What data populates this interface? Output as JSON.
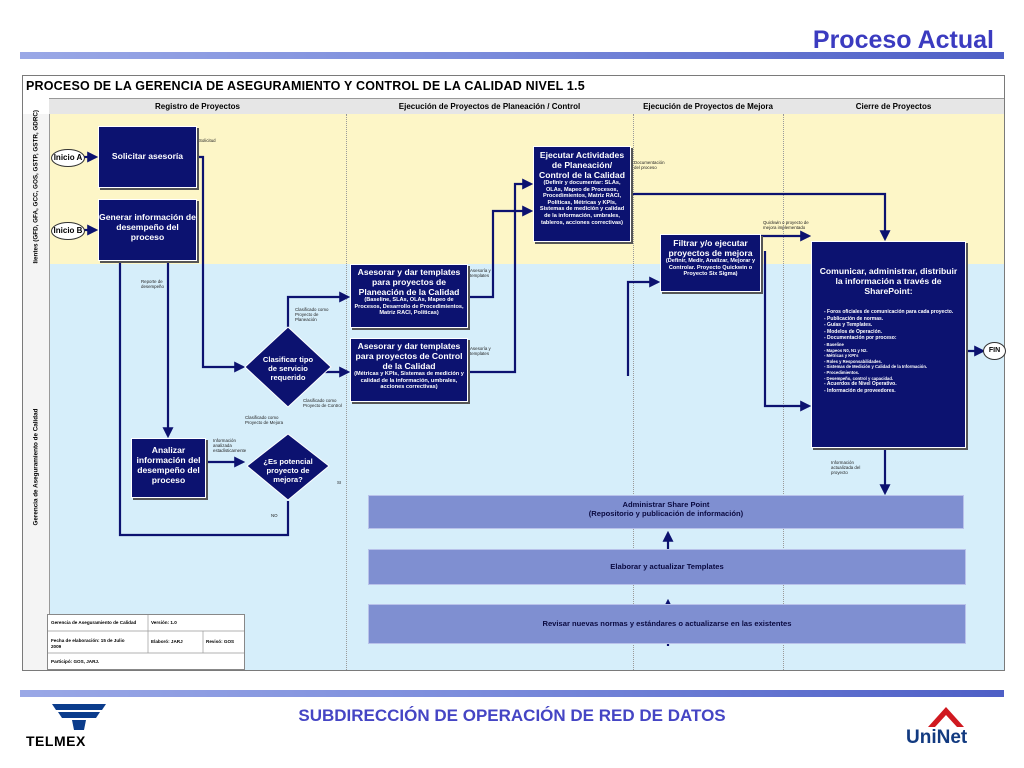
{
  "slide_title": "Proceso Actual",
  "diagram_title": "PROCESO DE LA GERENCIA DE ASEGURAMIENTO Y CONTROL DE LA CALIDAD NIVEL 1.5",
  "columns": [
    "Registro de Proyectos",
    "Ejecución de Proyectos de Planeación / Control",
    "Ejecución de Proyectos de Mejora",
    "Cierre de Proyectos"
  ],
  "lanes": [
    "Clientes (GFD, GFA, GCC, GOS, GSTP, GSTR, GDRC)",
    "Gerencia de Aseguramiento de Calidad"
  ],
  "starts": {
    "a": "Inicio A",
    "b": "Inicio B",
    "end": "FIN"
  },
  "boxes": {
    "solicitar": "Solicitar asesoría",
    "generar": "Generar información de desempeño del proceso",
    "ejecutar_title": "Ejecutar Actividades de Planeación/ Control de la Calidad",
    "ejecutar_sub": "(Definir y documentar: SLAs, OLAs, Mapeo de Procesos, Procedimientos, Matriz RACI, Políticas, Métricas y KPIs, Sistemas de medición y calidad de la información, umbrales, tableros, acciones correctivas)",
    "asesorar1_title": "Asesorar y dar templates para proyectos de Planeación de la Calidad",
    "asesorar1_sub": "(Baseline, SLAs, OLAs, Mapeo de Procesos, Desarrollo de Procedimientos, Matriz RACI, Políticas)",
    "asesorar2_title": "Asesorar y dar templates para proyectos de Control de la Calidad",
    "asesorar2_sub": "(Métricas y KPIs, Sistemas de medición y calidad de la información, umbrales, acciones correctivas)",
    "filtrar_title": "Filtrar y/o ejecutar proyectos de mejora",
    "filtrar_sub": "(Definir, Medir, Analizar, Mejorar y Controlar. Proyecto Quickwin o Proyecto Six Sigma)",
    "analizar": "Analizar información del desempeño del proceso",
    "comunicar_title": "Comunicar, administrar, distribuir la información a través de SharePoint:",
    "comunicar_list": [
      "- Foros oficiales de comunicación para cada proyecto.",
      "- Publicación de normas.",
      "- Guías y Templates.",
      "- Modelos de Operación.",
      "- Documentación por proceso:",
      "   - Baseline",
      "   - Mapeos N0, N1 y N2.",
      "   - Métricas y KPI's",
      "   - Roles y Responsabilidades.",
      "   - Sistemas de Medición y Calidad de la Información.",
      "   - Procedimientos.",
      "   - Desempeño, control y capacidad.",
      "- Acuerdos de Nivel Operativo.",
      "- Información de proveedores."
    ]
  },
  "decisions": {
    "clasificar": "Clasificar tipo de servicio requerido",
    "potencial": "¿Es potencial proyecto de mejora?"
  },
  "wide_boxes": {
    "sharepoint1": "Administrar Share Point",
    "sharepoint2": "(Repositorio y publicación de información)",
    "templates": "Elaborar y actualizar Templates",
    "revisar": "Revisar nuevas normas y estándares o actualizarse en las existentes"
  },
  "notes": {
    "solicitud": "Solicitud",
    "reporte": "Reporte de desempeño",
    "documentacion": "Documentación del proceso",
    "asesoria": "Asesoría y templates",
    "asesoria2": "Asesoría y templates",
    "quickwin": "Quickwin o proyecto de mejora implementado",
    "clas_plan": "Clasificado como Proyecto de Planeación",
    "clas_ctrl": "Clasificado como Proyecto de Control",
    "clas_mejora": "Clasificado como Proyecto de Mejora",
    "info_analizada": "Información analizada estadísticamente",
    "si": "SI",
    "no": "NO",
    "info_actualizada": "Información actualizada del proyecto"
  },
  "info_table": {
    "owner": "Gerencia de Aseguramiento de Calidad",
    "version": "Versión: 1.0",
    "fecha": "Fecha de elaboración: 15 de Julio 2009",
    "elaboro": "Elaboró: JARJ",
    "reviso": "Revisó: GOS",
    "participo": "Participó: GOS, JARJ."
  },
  "footer": "SUBDIRECCIÓN DE OPERACIÓN DE RED DE DATOS",
  "logos": {
    "left": "TELMEX",
    "right": "UniNet"
  },
  "colors": {
    "accent": "#3b3bc0",
    "box": "#0c1270",
    "arrow": "#0c1270",
    "lane_top": "#fdf6c7",
    "lane_bottom": "#d6eefa",
    "uninet_red": "#d01920"
  }
}
